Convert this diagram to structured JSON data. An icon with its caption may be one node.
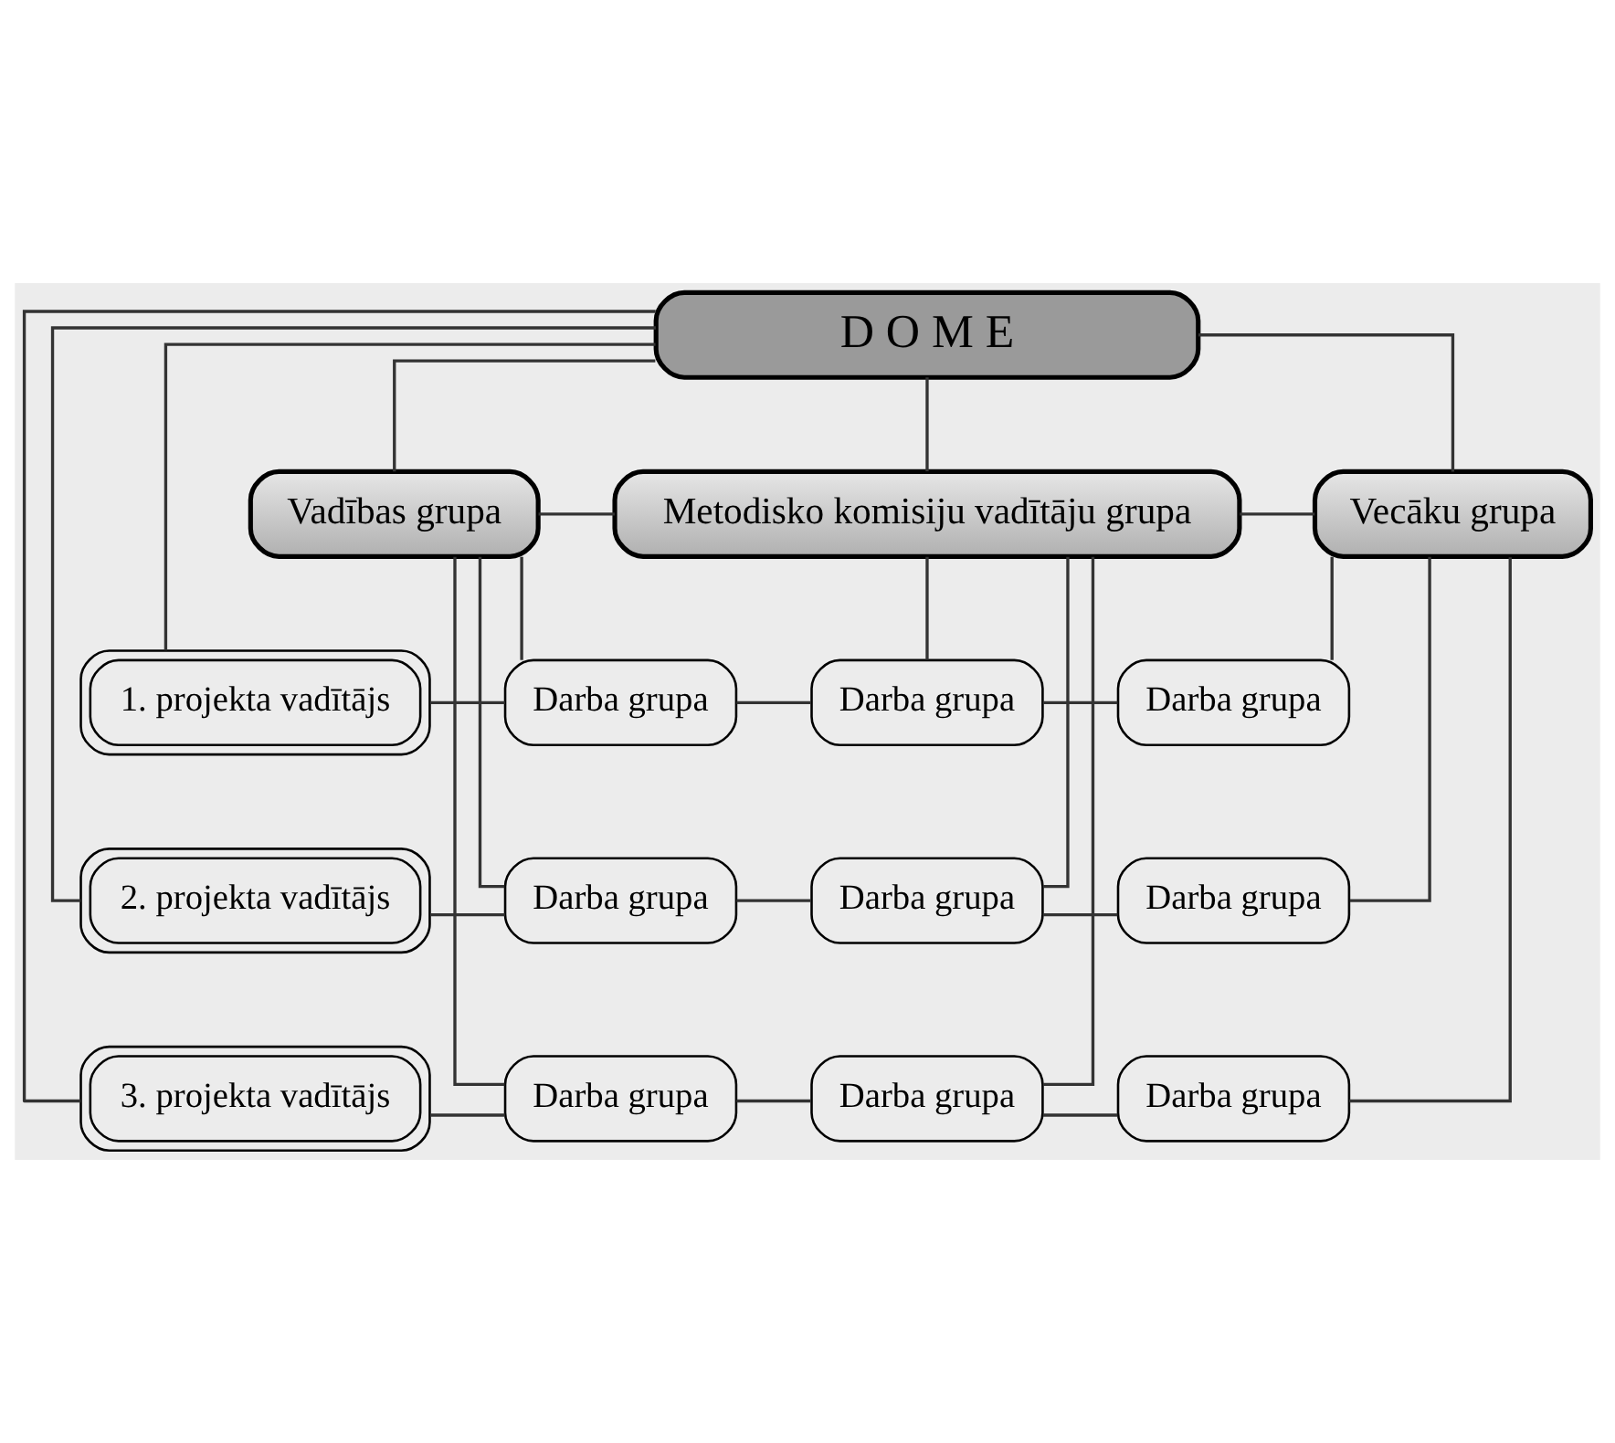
{
  "diagram": {
    "nodes": [
      {
        "text": [
          "D O M E"
        ]
      },
      {
        "text": [
          "Vadības grupa"
        ]
      },
      {
        "text": [
          "Metodisko komisiju vadītāju grupa"
        ]
      },
      {
        "text": [
          "Vecāku grupa"
        ]
      },
      {
        "text": [
          "1. projekta vadītājs"
        ]
      },
      {
        "text": [
          "Darba grupa"
        ]
      },
      {
        "text": [
          "Darba grupa"
        ]
      },
      {
        "text": [
          "Darba grupa"
        ]
      },
      {
        "text": [
          "2. projekta vadītājs"
        ]
      },
      {
        "text": [
          "Darba grupa"
        ]
      },
      {
        "text": [
          "Darba grupa"
        ]
      },
      {
        "text": [
          "Darba grupa"
        ]
      },
      {
        "text": [
          "3. projekta vadītājs"
        ]
      },
      {
        "text": [
          "Darba grupa"
        ]
      },
      {
        "text": [
          "Darba grupa"
        ]
      },
      {
        "text": [
          "Darba grupa"
        ]
      }
    ],
    "edges": [
      {
        "from": 0,
        "to": 1,
        "arrow": "none"
      },
      {
        "from": 0,
        "to": 2,
        "arrow": "none"
      },
      {
        "from": 0,
        "to": 3,
        "arrow": "none"
      },
      {
        "from": 1,
        "to": 2,
        "arrow": "none"
      },
      {
        "from": 2,
        "to": 3,
        "arrow": "none"
      },
      {
        "from": 0,
        "to": 4,
        "arrow": "none"
      },
      {
        "from": 0,
        "to": 8,
        "arrow": "none"
      },
      {
        "from": 0,
        "to": 12,
        "arrow": "none"
      },
      {
        "from": 4,
        "to": 5,
        "arrow": "none"
      },
      {
        "from": 5,
        "to": 6,
        "arrow": "none"
      },
      {
        "from": 6,
        "to": 7,
        "arrow": "none"
      },
      {
        "from": 8,
        "to": 9,
        "arrow": "none"
      },
      {
        "from": 9,
        "to": 10,
        "arrow": "none"
      },
      {
        "from": 10,
        "to": 11,
        "arrow": "none"
      },
      {
        "from": 12,
        "to": 13,
        "arrow": "none"
      },
      {
        "from": 13,
        "to": 14,
        "arrow": "none"
      },
      {
        "from": 14,
        "to": 15,
        "arrow": "none"
      },
      {
        "from": 1,
        "to": 5,
        "arrow": "none"
      },
      {
        "from": 1,
        "to": 9,
        "arrow": "none"
      },
      {
        "from": 1,
        "to": 13,
        "arrow": "none"
      },
      {
        "from": 2,
        "to": 6,
        "arrow": "none"
      },
      {
        "from": 2,
        "to": 10,
        "arrow": "none"
      },
      {
        "from": 2,
        "to": 14,
        "arrow": "none"
      },
      {
        "from": 3,
        "to": 7,
        "arrow": "none"
      },
      {
        "from": 3,
        "to": 11,
        "arrow": "none"
      },
      {
        "from": 3,
        "to": 15,
        "arrow": "none"
      }
    ]
  }
}
